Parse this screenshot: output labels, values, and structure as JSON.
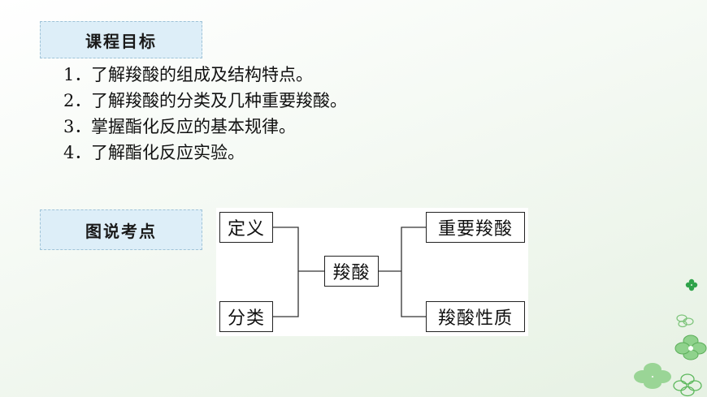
{
  "goals_heading": "课程目标",
  "goals": [
    {
      "num": "1．",
      "text": "了解羧酸的组成及结构特点。"
    },
    {
      "num": "2．",
      "text": "了解羧酸的分类及几种重要羧酸。"
    },
    {
      "num": "3．",
      "text": "掌握酯化反应的基本规律。"
    },
    {
      "num": "4．",
      "text": "了解酯化反应实验。"
    }
  ],
  "concept_heading": "图说考点",
  "diagram": {
    "left_top": "定义",
    "left_bottom": "分类",
    "center": "羧酸",
    "right_top": "重要羧酸",
    "right_bottom": "羧酸性质"
  },
  "colors": {
    "heading_bg": "#ddeef8",
    "leaf_green": "#7dc47a"
  }
}
